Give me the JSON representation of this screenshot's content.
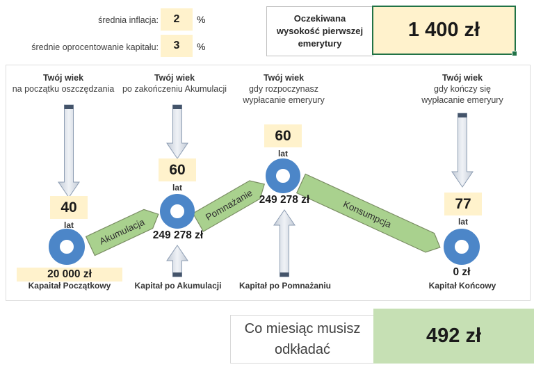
{
  "params": {
    "rows": [
      {
        "label": "średnia inflacja:",
        "value": "2",
        "unit": "%"
      },
      {
        "label": "średnie oprocentowanie kapitału:",
        "value": "3",
        "unit": "%"
      }
    ]
  },
  "expected_pension": {
    "label": "Oczekiwana wysokość pierwszej emerytury",
    "value": "1 400 zł"
  },
  "stages": [
    {
      "header1": "Twój wiek",
      "header2": "na początku oszczędzania",
      "header3": "",
      "age": "40",
      "age_unit": "lat",
      "amount": "20 000 zł",
      "caption": "Kapaitał Początkowy"
    },
    {
      "header1": "Twój wiek",
      "header2": "po zakończeniu Akumulacji",
      "header3": "",
      "age": "60",
      "age_unit": "lat",
      "amount": "249 278 zł",
      "caption": "Kapitał po Akumulacji"
    },
    {
      "header1": "Twój wiek",
      "header2": "gdy rozpoczynasz",
      "header3": "wypłacanie emeryury",
      "age": "60",
      "age_unit": "lat",
      "amount": "249 278 zł",
      "caption": "Kapitał po Pomnażaniu"
    },
    {
      "header1": "Twój wiek",
      "header2": "gdy kończy się",
      "header3": "wypłacanie emeryury",
      "age": "77",
      "age_unit": "lat",
      "amount": "0 zł",
      "caption": "Kapitał Końcowy"
    }
  ],
  "phases": [
    {
      "label": "Akumulacja"
    },
    {
      "label": "Pomnażanie"
    },
    {
      "label": "Konsumpcja"
    }
  ],
  "monthly": {
    "label": "Co miesiąc musisz odkładać",
    "value": "492 zł"
  },
  "colors": {
    "input_cell_fill": "#FFF2CC",
    "result_cell_fill": "#C6E0B4",
    "phase_arrow_fill": "#A9D18E",
    "donut_blue": "#4C86C8",
    "selection_border": "#217346"
  }
}
